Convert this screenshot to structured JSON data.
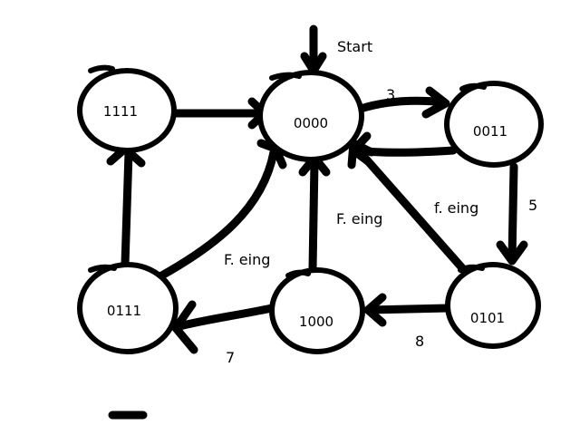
{
  "start_label": "Start",
  "states": {
    "s0000": "0000",
    "s1111": "1111",
    "s0011": "0011",
    "s0111": "0111",
    "s1000": "1000",
    "s0101": "0101"
  },
  "edge_labels": {
    "e3": "3",
    "e5": "5",
    "e7": "7",
    "e8": "8",
    "f_eing_1": "f. eing",
    "f_eing_2": "F. eing",
    "f_eing_3": "F. eing"
  }
}
